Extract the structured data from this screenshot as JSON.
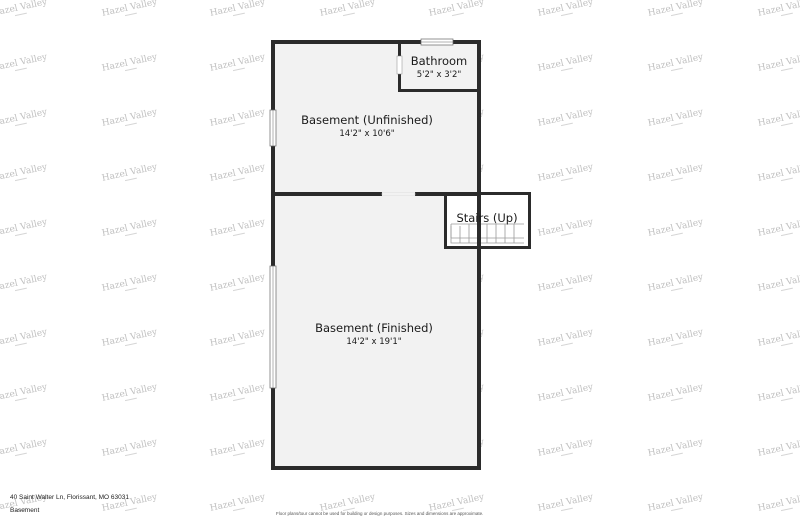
{
  "watermark": {
    "text": "Hazel Valley",
    "color": "#bfbfbf"
  },
  "rooms": [
    {
      "id": "bathroom",
      "name": "Bathroom",
      "dimensions": "5'2\" x 3'2\""
    },
    {
      "id": "basement-unfinished",
      "name": "Basement (Unfinished)",
      "dimensions": "14'2\" x 10'6\""
    },
    {
      "id": "stairs",
      "name": "Stairs (Up)",
      "dimensions": ""
    },
    {
      "id": "basement-finished",
      "name": "Basement (Finished)",
      "dimensions": "14'2\" x 19'1\""
    }
  ],
  "footer": {
    "address": "40 Saint Walter Ln, Florissant, MO 63031",
    "level": "Basement",
    "disclaimer": "Floor plans/tour cannot be used for building or design purposes. Sizes and dimensions are approximate."
  },
  "colors": {
    "wall": "#2b2b2b",
    "floor": "#f2f2f2",
    "stairs_floor": "#ffffff"
  }
}
